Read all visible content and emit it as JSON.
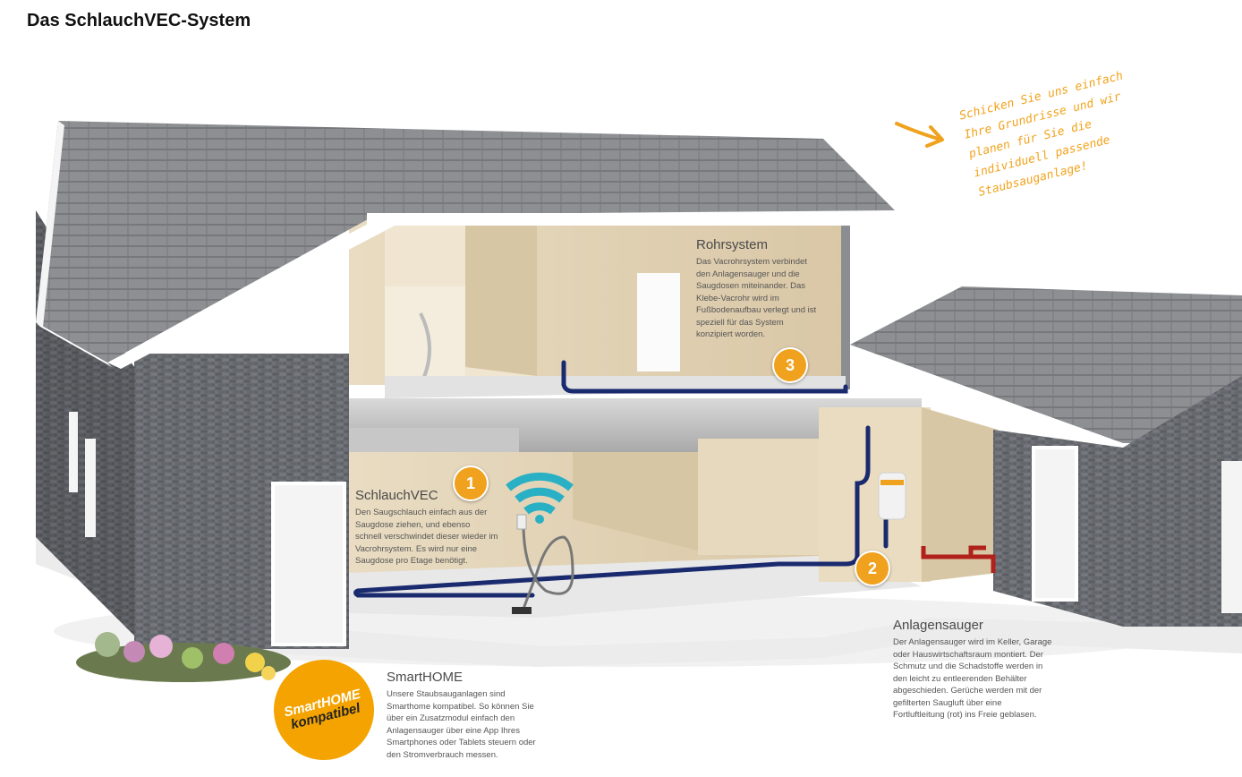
{
  "title": "Das SchlauchVEC-System",
  "handnote": {
    "lines": [
      "Schicken Sie uns einfach",
      "Ihre Grundrisse und wir",
      "planen für Sie die",
      "individuell passende",
      "Staubsauganlage!"
    ]
  },
  "callouts": {
    "rohrsystem": {
      "number": "3",
      "heading": "Rohrsystem",
      "body": "Das Vacrohrsystem verbindet den Anlagensauger und die Saugdosen miteinander. Das Klebe-Vacrohr wird im Fußbodenaufbau verlegt und ist speziell für das System konzipiert worden."
    },
    "schlauchvec": {
      "number": "1",
      "heading": "SchlauchVEC",
      "body": "Den Saugschlauch einfach aus der Saugdose ziehen, und ebenso schnell verschwindet dieser wieder im Vacrohrsystem. Es wird nur eine Saugdose pro Etage benötigt."
    },
    "anlagensauger": {
      "number": "2",
      "heading": "Anlagensauger",
      "body": "Der Anlagensauger wird im Keller, Garage oder Hauswirtschaftsraum montiert. Der Schmutz und die Schadstoffe werden in den leicht zu entleerenden Behälter abgeschieden. Gerüche werden mit der gefilterten Saugluft über eine Fortluftleitung (rot) ins Freie geblasen."
    },
    "smarthome": {
      "heading": "SmartHOME",
      "body": "Unsere Staubsauganlagen sind Smarthome kompatibel. So können Sie über ein Zusatzmodul einfach den Anlagensauger über eine App Ihres Smartphones oder Tablets steuern oder den Stromverbrauch messen."
    }
  },
  "badge": {
    "line1": "SmartHOME",
    "line2": "kompatibel"
  },
  "colors": {
    "accent": "#f0a21e",
    "pipe": "#1a2a6e",
    "exhaust": "#b0211b",
    "wifi": "#2ab0c4"
  },
  "icons": [
    "arrow-icon",
    "wifi-icon",
    "vacuum-hose-icon",
    "central-vacuum-unit-icon"
  ]
}
